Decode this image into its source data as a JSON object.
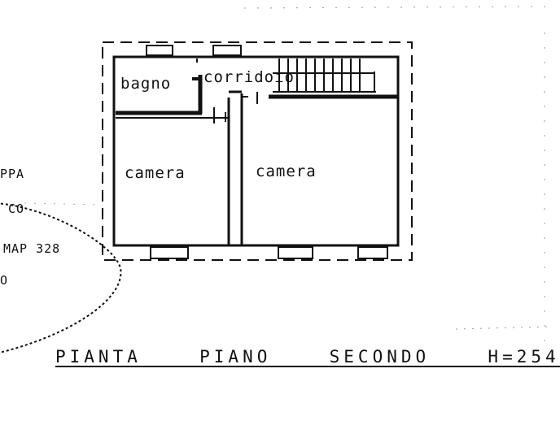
{
  "plan": {
    "rooms": [
      {
        "label": "bagno"
      },
      {
        "label": "corridoio"
      },
      {
        "label": "camera"
      },
      {
        "label": "camera"
      }
    ],
    "caption": "PIANTA  PIANO  SECONDO  H=254",
    "margin_fragments": [
      "PPA",
      "CO",
      "MAP 328",
      "O"
    ]
  }
}
